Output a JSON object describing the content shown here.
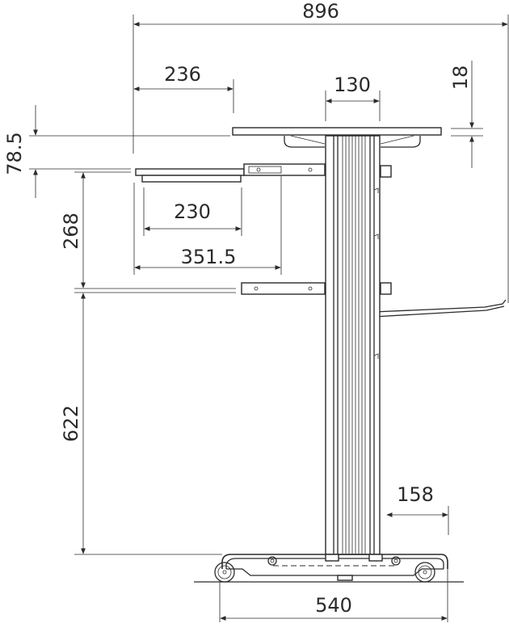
{
  "dimensions": {
    "overall_width": "896",
    "tray_offset": "236",
    "column_width": "130",
    "top_thickness": "18",
    "tray_drop": "78.5",
    "tray_width": "230",
    "tray_reach": "351.5",
    "shelf_gap": "268",
    "base_height": "622",
    "bracket_width": "158",
    "base_width": "540"
  },
  "colors": {
    "ink": "#2b2b2b",
    "background": "#ffffff"
  }
}
